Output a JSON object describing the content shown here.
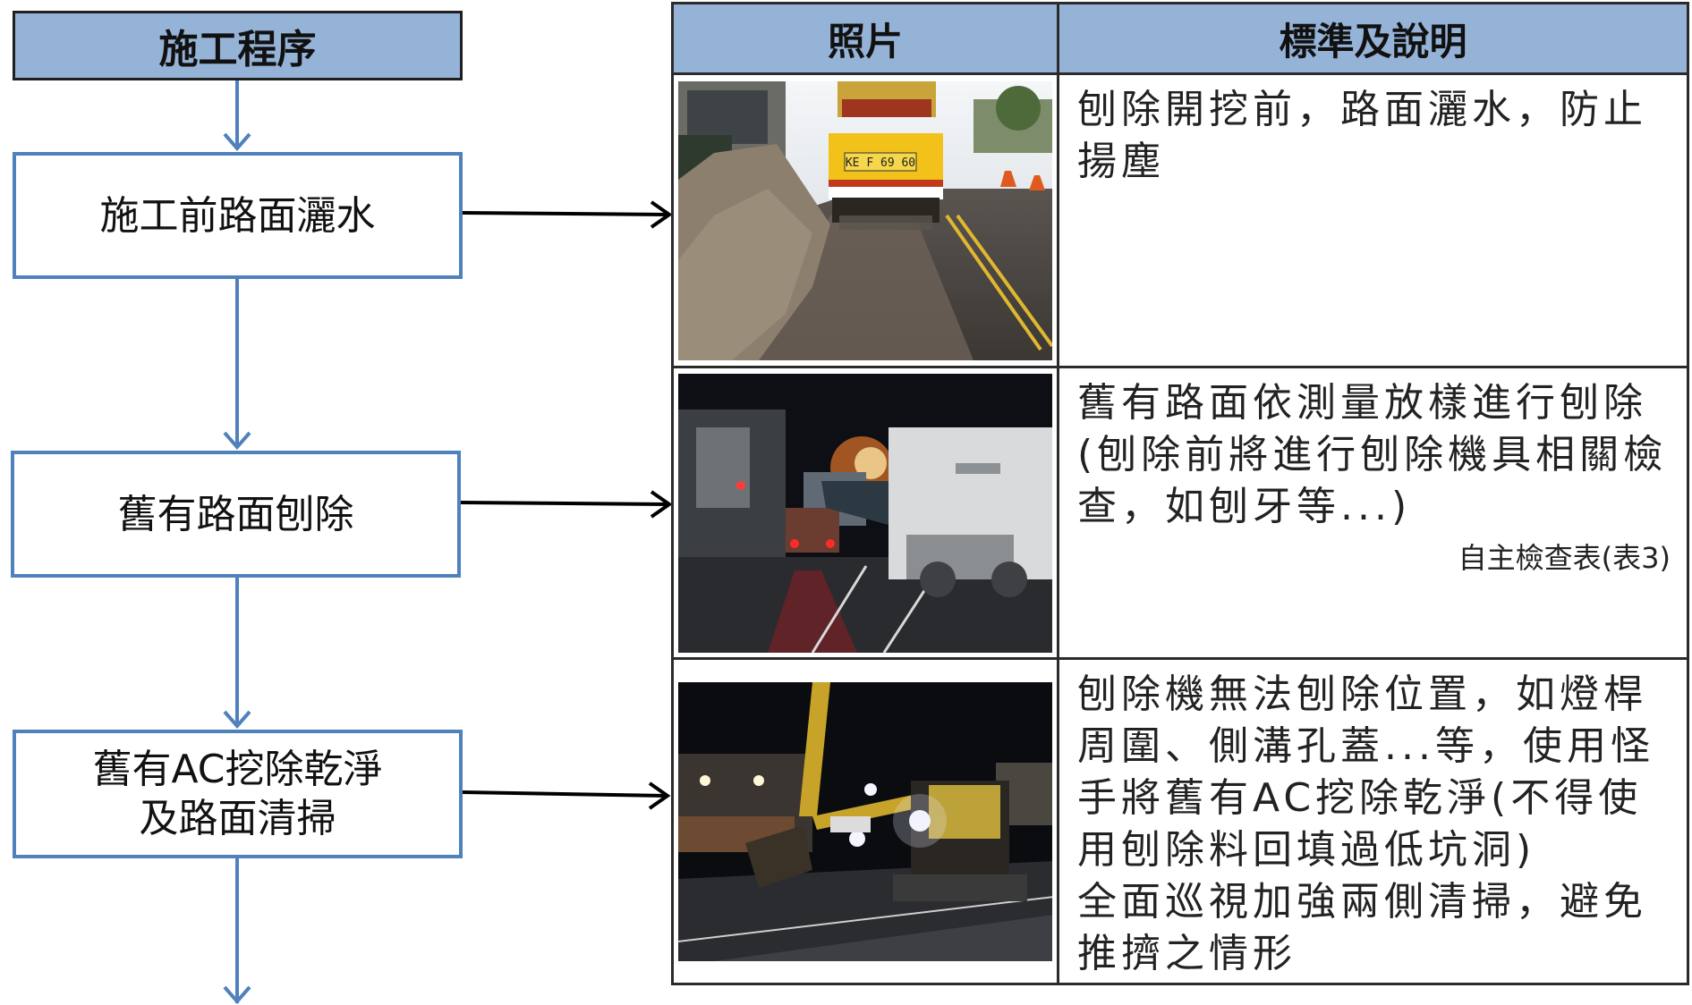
{
  "flow": {
    "header": "施工程序",
    "steps": [
      {
        "lines": [
          "施工前路面灑水"
        ]
      },
      {
        "lines": [
          "舊有路面刨除"
        ]
      },
      {
        "lines": [
          "舊有AC挖除乾淨",
          "及路面清掃"
        ]
      }
    ]
  },
  "table": {
    "headers": [
      "照片",
      "標準及說明"
    ],
    "rows": [
      {
        "photo": "water-truck-spraying-road-photo",
        "plate_text": "KE F 69 60",
        "desc": [
          "刨除開挖前，路面灑水，防止揚塵"
        ],
        "note": ""
      },
      {
        "photo": "night-milling-machine-photo",
        "desc": [
          "舊有路面依測量放樣進行刨除(刨除前將進行刨除機具相關檢查，如刨牙等...)"
        ],
        "note": "自主檢查表(表3)"
      },
      {
        "photo": "night-excavator-photo",
        "desc": [
          "刨除機無法刨除位置，如燈桿周圍、側溝孔蓋...等，使用怪手將舊有AC挖除乾淨(不得使用刨除料回填過低坑洞)",
          "全面巡視加強兩側清掃，避免推擠之情形"
        ],
        "note": ""
      }
    ]
  },
  "colors": {
    "header_fill": "#95b3d7",
    "box_border": "#4f81bd",
    "arrow_blue": "#4f81bd",
    "arrow_black": "#000000"
  }
}
